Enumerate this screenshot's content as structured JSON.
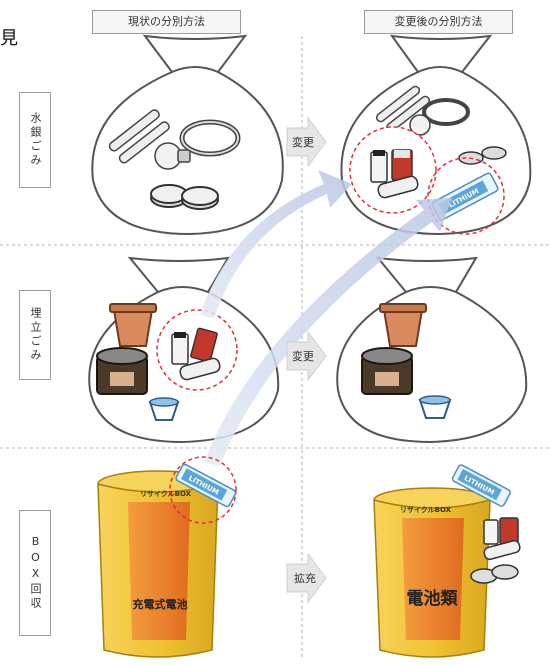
{
  "corner_char": "見",
  "headers": {
    "current": "現状の分別方法",
    "changed": "変更後の分別方法"
  },
  "rows": {
    "row1": "水銀ごみ",
    "row2": "埋立ごみ",
    "row3": "BOX回収"
  },
  "arrows": {
    "row1": "変更",
    "row2": "変更",
    "row3": "拡充"
  },
  "bins": {
    "left_box_label": "リサイクルBOX",
    "right_box_label": "リサイクルBOX",
    "left_content": "充電式電池",
    "right_content": "電池類"
  },
  "battery_label": "LITHIUM",
  "colors": {
    "bag_outline": "#555555",
    "divider": "#b0b0b0",
    "highlight_circle": "#e0303a",
    "flow_arrow": "#c9d3ea",
    "bin_yellow": "#f1c232",
    "bin_orange": "#e8742a"
  }
}
